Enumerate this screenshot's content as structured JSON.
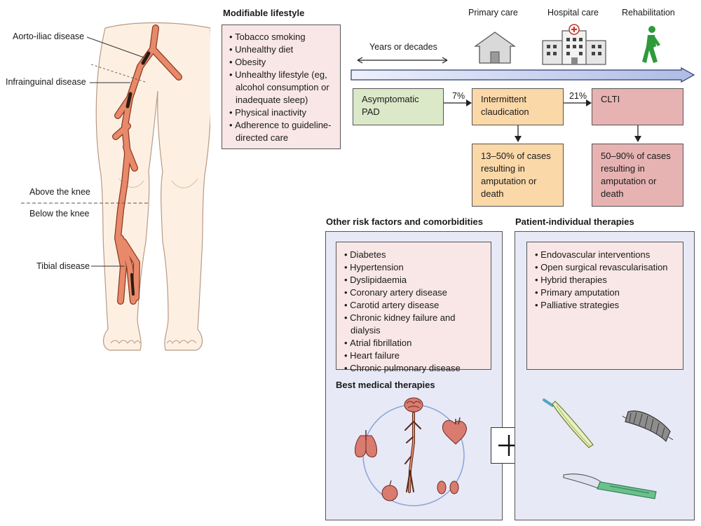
{
  "legs": {
    "labels": {
      "aorto_iliac": "Aorto-iliac disease",
      "infrainguinal": "Infrainguinal disease",
      "above_knee": "Above the knee",
      "below_knee": "Below the knee",
      "tibial": "Tibial disease"
    }
  },
  "lifestyle": {
    "heading": "Modifiable lifestyle",
    "items": [
      "Tobacco smoking",
      "Unhealthy diet",
      "Obesity",
      "Unhealthy lifestyle (eg, alcohol consumption or inadequate sleep)",
      "Physical inactivity",
      "Adherence to guideline-directed care"
    ]
  },
  "care": {
    "primary": "Primary care",
    "hospital": "Hospital care",
    "rehab": "Rehabilitation",
    "years": "Years or decades"
  },
  "flow": {
    "stage1": "Asymptomatic PAD",
    "pct1": "7%",
    "stage2": "Intermittent claudication",
    "pct2": "21%",
    "stage3": "CLTI",
    "outcome2": "13–50% of cases resulting in amputation or death",
    "outcome3": "50–90% of cases resulting in amputation or death"
  },
  "risk": {
    "heading": "Other risk factors and comorbidities",
    "items": [
      "Diabetes",
      "Hypertension",
      "Dyslipidaemia",
      "Coronary artery disease",
      "Carotid artery disease",
      "Chronic kidney failure and dialysis",
      "Atrial fibrillation",
      "Heart failure",
      "Chronic pulmonary disease"
    ],
    "medical_heading": "Best medical therapies"
  },
  "therapies": {
    "heading": "Patient-individual therapies",
    "items": [
      "Endovascular interventions",
      "Open surgical revascularisation",
      "Hybrid therapies",
      "Primary amputation",
      "Palliative strategies"
    ]
  },
  "colors": {
    "artery": "#e8896a",
    "artery_stroke": "#8a3a22",
    "skin": "#fdf0e3",
    "panel": "#e7e9f6",
    "pink_box": "#f8e7e6",
    "green_box": "#dbe9c9",
    "orange_box": "#fbd8a8",
    "rose_box": "#e7b3b2",
    "rehab_green": "#2e9a3c",
    "arrow_blue": "#c9d2ee"
  }
}
